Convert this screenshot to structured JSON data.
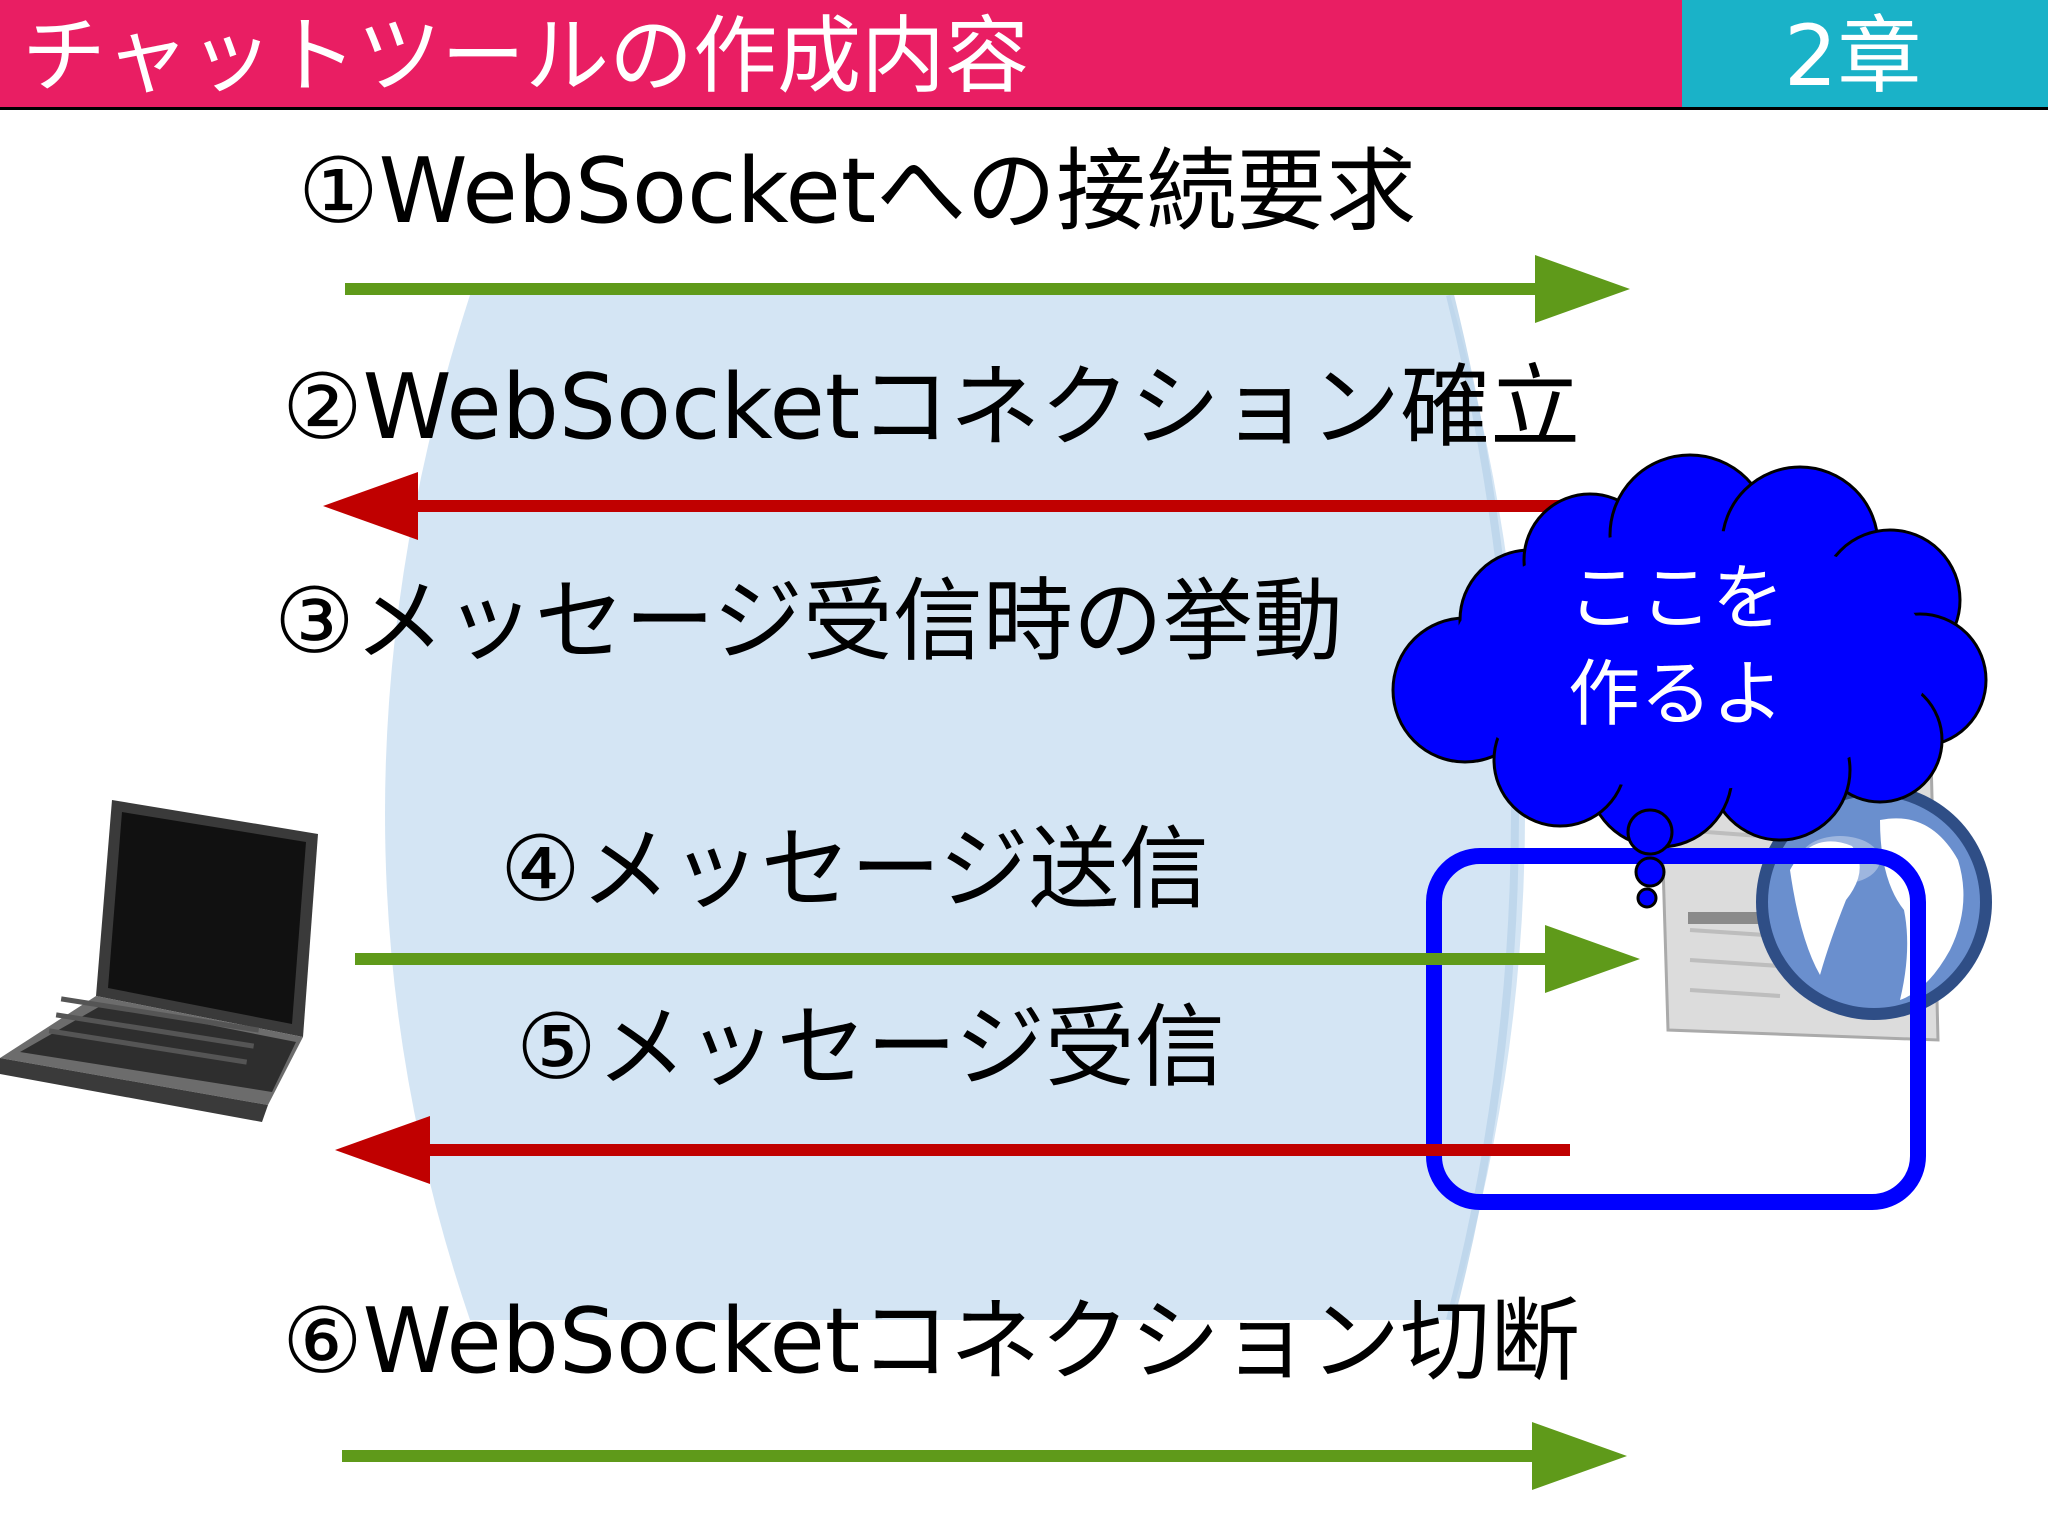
{
  "header": {
    "title": "チャットツールの作成内容",
    "chapter": "2章"
  },
  "steps": [
    {
      "label": "①WebSocketへの接続要求"
    },
    {
      "label": "②WebSocketコネクション確立"
    },
    {
      "label": "③メッセージ受信時の挙動"
    },
    {
      "label": "④メッセージ送信"
    },
    {
      "label": "⑤メッセージ受信"
    },
    {
      "label": "⑥WebSocketコネクション切断"
    }
  ],
  "callout": {
    "line1": "ここを",
    "line2": "作るよ"
  },
  "colors": {
    "header_bg": "#e91e63",
    "chapter_bg": "#1ab2c8",
    "arrow_to_server": "#5f9a1a",
    "arrow_to_client": "#c00000",
    "connection_band": "#cfe2f3",
    "highlight_box": "#0000ff",
    "cloud": "#0000ff"
  },
  "icons": [
    "laptop-icon",
    "server-icon",
    "globe-icon",
    "thought-cloud-icon"
  ]
}
